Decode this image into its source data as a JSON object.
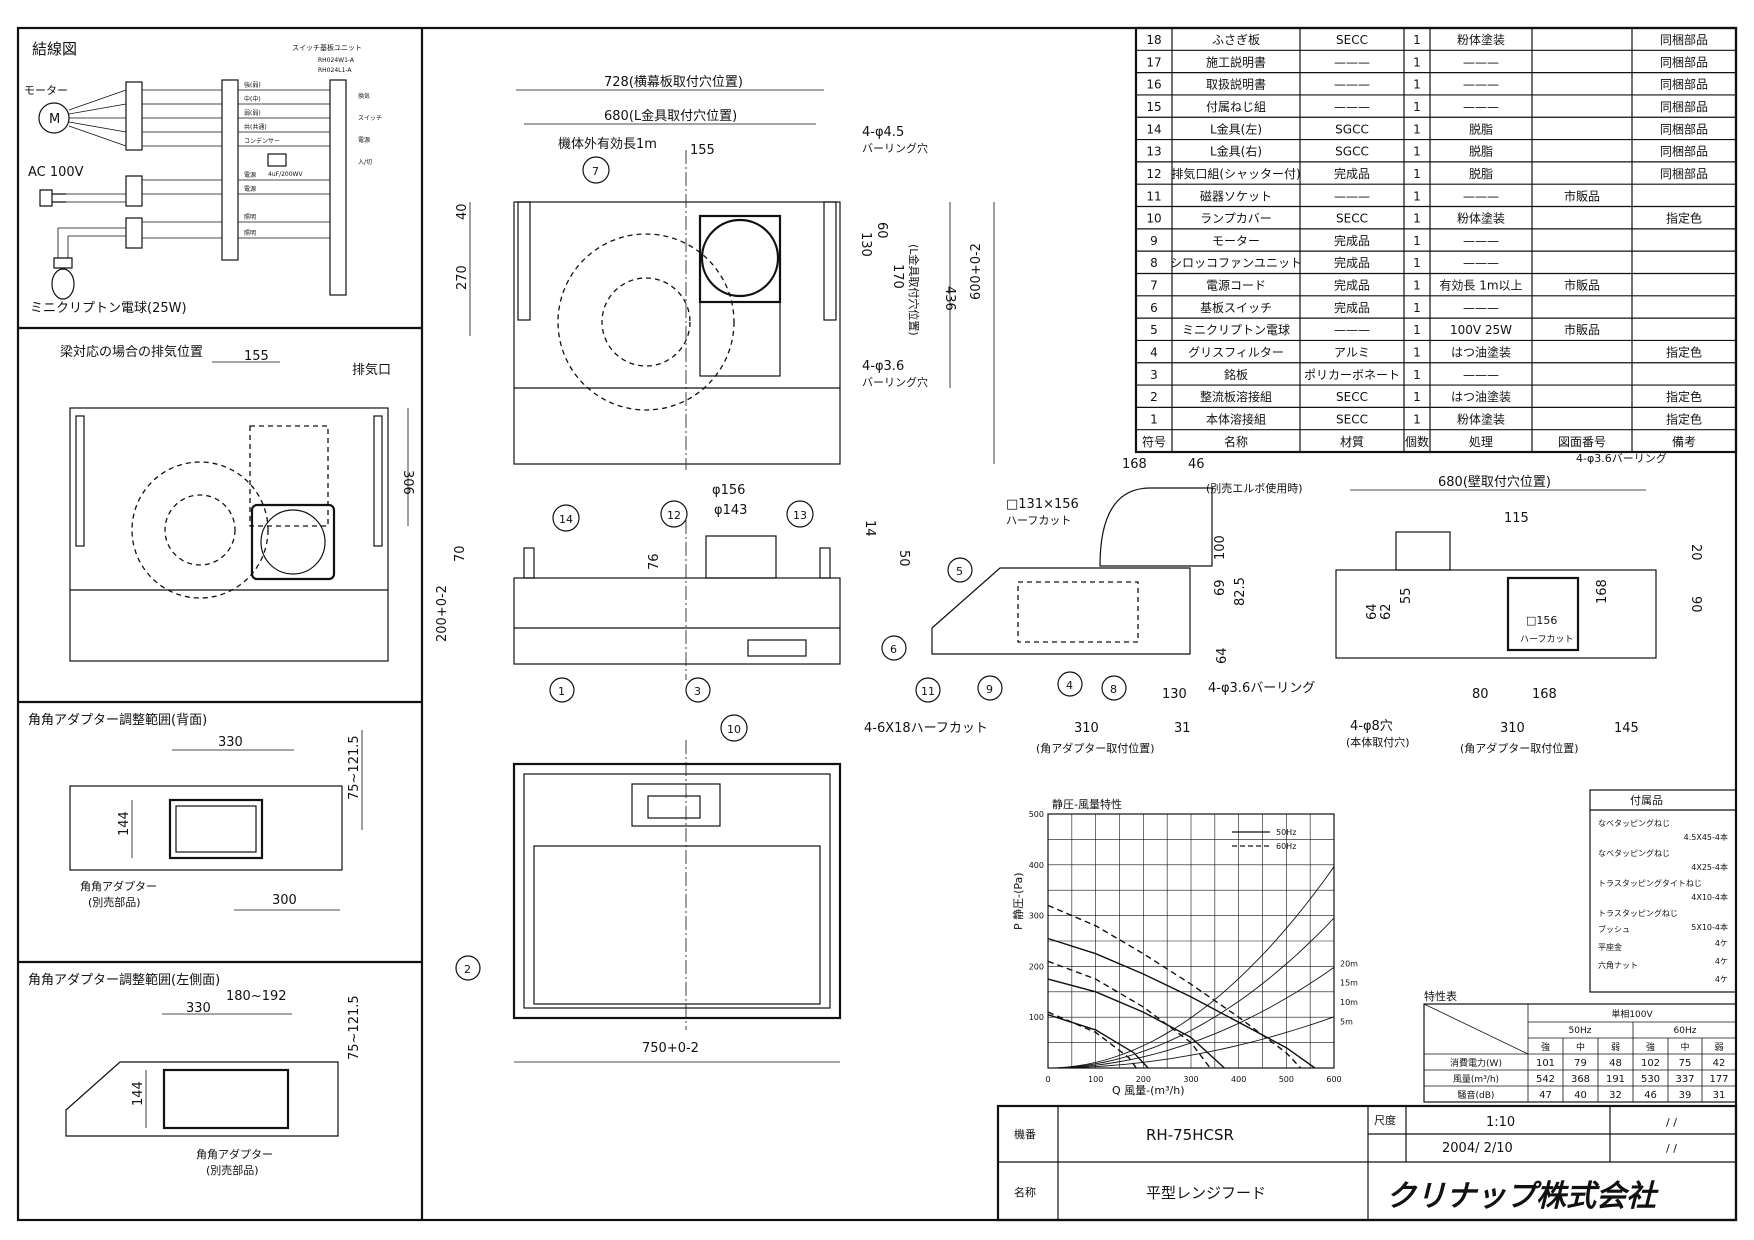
{
  "wiring": {
    "title": "結線図",
    "motor_label": "モーター",
    "motor_symbol": "M",
    "ac_label": "AC 100V",
    "lamp_label": "ミニクリプトン電球(25W)",
    "switch_unit_label": "スイッチ基板ユニット",
    "switch_model_1": "RH024W1-A",
    "switch_model_2": "RH024L1-A",
    "wire_labels": [
      "強(弱)",
      "中(中)",
      "弱(弱)",
      "共(共通)",
      "コンデンサー",
      "電源",
      "電源",
      "照明",
      "照明"
    ],
    "capacitor": "4uF/200WV",
    "right_labels": [
      "換気",
      "スイッチ",
      "電源",
      "入/切"
    ]
  },
  "panel_beam": {
    "title": "梁対応の場合の排気位置",
    "dim_155": "155",
    "dim_306": "306",
    "exhaust": "排気口"
  },
  "panel_back": {
    "title": "角角アダプター調整範囲(背面)",
    "dim_330": "330",
    "dim_300": "300",
    "dim_144": "144",
    "dim_75": "75~121.5",
    "adapter": "角角アダプター",
    "separate": "(別売部品)"
  },
  "panel_left": {
    "title": "角角アダプター調整範囲(左側面)",
    "dim_180": "180~192",
    "dim_330": "330",
    "dim_144": "144",
    "dim_75": "75~121.5",
    "adapter": "角角アダプター",
    "separate": "(別売部品)"
  },
  "top_view": {
    "dim_728": "728(横幕板取付穴位置)",
    "dim_680": "680(L金具取付穴位置)",
    "dim_155": "155",
    "cord": "機体外有効長1m",
    "hole_top": "4-φ4.5",
    "hole_top_sub": "バーリング穴",
    "hole_mid": "4-φ3.6",
    "hole_mid_sub": "バーリング穴",
    "dim_40": "40",
    "dim_270": "270",
    "dim_60": "60",
    "dim_130": "130",
    "dim_170": "170",
    "dim_170_sub": "(L金具取付穴位置)",
    "dim_436": "436",
    "dim_600": "600+0-2"
  },
  "front_view": {
    "dim_156": "φ156",
    "dim_143": "φ143",
    "dim_14": "14",
    "dim_50": "50",
    "dim_70": "70",
    "dim_76": "76",
    "dim_200": "200+0-2"
  },
  "bottom_view": {
    "dim_750": "750+0-2"
  },
  "side_view": {
    "dim_168": "168",
    "dim_46": "46",
    "elbow": "(別売エルボ使用時)",
    "dim_131": "□131×156",
    "half_cut": "ハーフカット",
    "dim_100": "100",
    "dim_69": "69",
    "dim_82": "82.5",
    "dim_64": "64",
    "dim_130": "130",
    "dim_310": "310",
    "dim_31": "31",
    "burring": "4-φ3.6バーリング",
    "half_cut2": "4-6X18ハーフカット",
    "adapter_pos": "(角アダプター取付位置)"
  },
  "rear_view": {
    "burring": "4-φ3.6バーリング",
    "dim_680": "680(壁取付穴位置)",
    "dim_115": "115",
    "dim_20": "20",
    "dim_90": "90",
    "dim_64": "64",
    "dim_62": "62",
    "dim_55": "55",
    "dim_156": "□156",
    "half_cut": "ハーフカット",
    "dim_168v": "168",
    "dim_80": "80",
    "dim_168": "168",
    "dim_310": "310",
    "dim_145": "145",
    "hole": "4-φ8穴",
    "hole_sub": "(本体取付穴)",
    "adapter_pos": "(角アダプター取付位置)"
  },
  "balloons": [
    "1",
    "2",
    "3",
    "4",
    "5",
    "6",
    "7",
    "8",
    "9",
    "10",
    "11",
    "12",
    "13",
    "14"
  ],
  "parts_table": {
    "headers": [
      "符号",
      "名称",
      "材質",
      "個数",
      "処理",
      "図面番号",
      "備考"
    ],
    "rows": [
      [
        "18",
        "ふさぎ板",
        "SECC",
        "1",
        "粉体塗装",
        "",
        "同梱部品"
      ],
      [
        "17",
        "施工説明書",
        "———",
        "1",
        "———",
        "",
        "同梱部品"
      ],
      [
        "16",
        "取扱説明書",
        "———",
        "1",
        "———",
        "",
        "同梱部品"
      ],
      [
        "15",
        "付属ねじ組",
        "———",
        "1",
        "———",
        "",
        "同梱部品"
      ],
      [
        "14",
        "L金具(左)",
        "SGCC",
        "1",
        "脱脂",
        "",
        "同梱部品"
      ],
      [
        "13",
        "L金具(右)",
        "SGCC",
        "1",
        "脱脂",
        "",
        "同梱部品"
      ],
      [
        "12",
        "排気口組(シャッター付)",
        "完成品",
        "1",
        "脱脂",
        "",
        "同梱部品"
      ],
      [
        "11",
        "磁器ソケット",
        "———",
        "1",
        "———",
        "市販品",
        ""
      ],
      [
        "10",
        "ランプカバー",
        "SECC",
        "1",
        "粉体塗装",
        "",
        "指定色"
      ],
      [
        "9",
        "モーター",
        "完成品",
        "1",
        "———",
        "",
        ""
      ],
      [
        "8",
        "シロッコファンユニット",
        "完成品",
        "1",
        "———",
        "",
        ""
      ],
      [
        "7",
        "電源コード",
        "完成品",
        "1",
        "有効長 1m以上",
        "市販品",
        ""
      ],
      [
        "6",
        "基板スイッチ",
        "完成品",
        "1",
        "———",
        "",
        ""
      ],
      [
        "5",
        "ミニクリプトン電球",
        "———",
        "1",
        "100V 25W",
        "市販品",
        ""
      ],
      [
        "4",
        "グリスフィルター",
        "アルミ",
        "1",
        "はつ油塗装",
        "",
        "指定色"
      ],
      [
        "3",
        "銘板",
        "ポリカーボネート",
        "1",
        "———",
        "",
        ""
      ],
      [
        "2",
        "整流板溶接組",
        "SECC",
        "1",
        "はつ油塗装",
        "",
        "指定色"
      ],
      [
        "1",
        "本体溶接組",
        "SECC",
        "1",
        "粉体塗装",
        "",
        "指定色"
      ]
    ]
  },
  "accessories": {
    "title": "付属品",
    "items": [
      [
        "なべタッピングねじ",
        "4.5X45-4本"
      ],
      [
        "なべタッピングねじ",
        "4X25-4本"
      ],
      [
        "トラスタッピングタイトねじ",
        "4X10-4本"
      ],
      [
        "トラスタッピングねじ",
        "5X10-4本"
      ],
      [
        "ブッシュ",
        "4ケ"
      ],
      [
        "平座金",
        "4ケ"
      ],
      [
        "六角ナット",
        "4ケ"
      ]
    ]
  },
  "spec_table": {
    "title": "特性表",
    "voltage": "単相100V",
    "freq": [
      "50Hz",
      "60Hz"
    ],
    "modes": [
      "強",
      "中",
      "弱",
      "強",
      "中",
      "弱"
    ],
    "rows": [
      {
        "label": "消費電力(W)",
        "values": [
          "101",
          "79",
          "48",
          "102",
          "75",
          "42"
        ]
      },
      {
        "label": "風量(m³/h)",
        "values": [
          "542",
          "368",
          "191",
          "530",
          "337",
          "177"
        ]
      },
      {
        "label": "騒音(dB)",
        "values": [
          "47",
          "40",
          "32",
          "46",
          "39",
          "31"
        ]
      }
    ]
  },
  "chart_data": {
    "type": "line",
    "title": "静圧-風量特性",
    "ylabel": "P 静圧-(Pa)",
    "xlabel": "Q 風量-(m³/h)",
    "xlim": [
      0,
      600
    ],
    "ylim": [
      0,
      500
    ],
    "x_ticks": [
      "0",
      "100",
      "200",
      "300",
      "400",
      "500",
      "600"
    ],
    "y_ticks": [
      "100",
      "200",
      "300",
      "400",
      "500"
    ],
    "legend": [
      "50Hz",
      "60Hz"
    ],
    "duct_labels": [
      "20m",
      "15m",
      "10m",
      "5m"
    ],
    "series": [
      {
        "name": "50Hz",
        "style": "solid",
        "curves": [
          [
            [
              0,
              255
            ],
            [
              100,
              225
            ],
            [
              200,
              185
            ],
            [
              300,
              140
            ],
            [
              400,
              90
            ],
            [
              500,
              40
            ],
            [
              560,
              0
            ]
          ],
          [
            [
              0,
              175
            ],
            [
              100,
              150
            ],
            [
              200,
              110
            ],
            [
              300,
              60
            ],
            [
              370,
              0
            ]
          ],
          [
            [
              0,
              105
            ],
            [
              100,
              75
            ],
            [
              180,
              30
            ],
            [
              210,
              0
            ]
          ]
        ]
      },
      {
        "name": "60Hz",
        "style": "dashed",
        "curves": [
          [
            [
              0,
              320
            ],
            [
              100,
              280
            ],
            [
              200,
              225
            ],
            [
              300,
              165
            ],
            [
              400,
              100
            ],
            [
              500,
              30
            ],
            [
              530,
              0
            ]
          ],
          [
            [
              0,
              210
            ],
            [
              100,
              175
            ],
            [
              200,
              120
            ],
            [
              300,
              50
            ],
            [
              340,
              0
            ]
          ],
          [
            [
              0,
              110
            ],
            [
              100,
              70
            ],
            [
              170,
              20
            ],
            [
              185,
              0
            ]
          ]
        ]
      }
    ]
  },
  "title_block": {
    "model_label": "機番",
    "model": "RH-75HCSR",
    "scale_label": "尺度",
    "scale": "1:10",
    "date": "2004/ 2/10",
    "name_label": "名称",
    "name": "平型レンジフード",
    "company": "クリナップ株式会社",
    "slash": "/ /"
  }
}
